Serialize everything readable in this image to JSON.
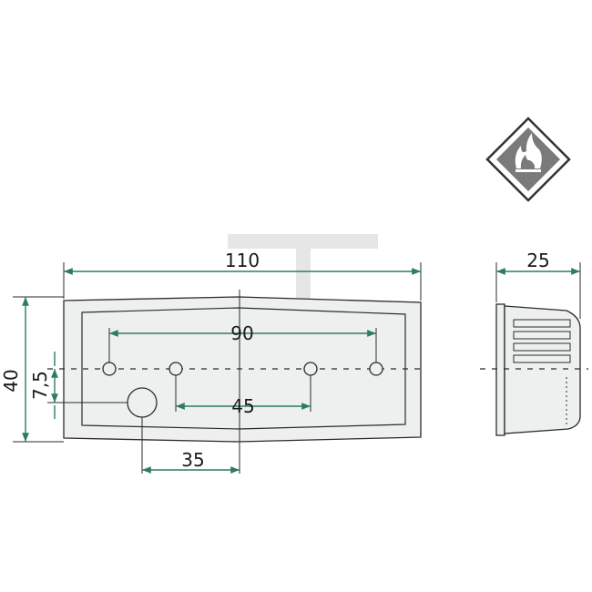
{
  "dimensions": {
    "overall_width": "110",
    "hole_spacing_outer": "90",
    "hole_spacing_inner": "45",
    "large_hole_offset": "35",
    "height": "40",
    "large_hole_vertical_offset": "7,5",
    "depth": "25"
  },
  "symbol": {
    "icon": "flammable-hazard-icon"
  },
  "colors": {
    "dimension_line": "#2e7d5b",
    "outline": "#2b2b2b",
    "body_fill": "#eef0f0",
    "symbol_fill": "#7a7a7a"
  }
}
